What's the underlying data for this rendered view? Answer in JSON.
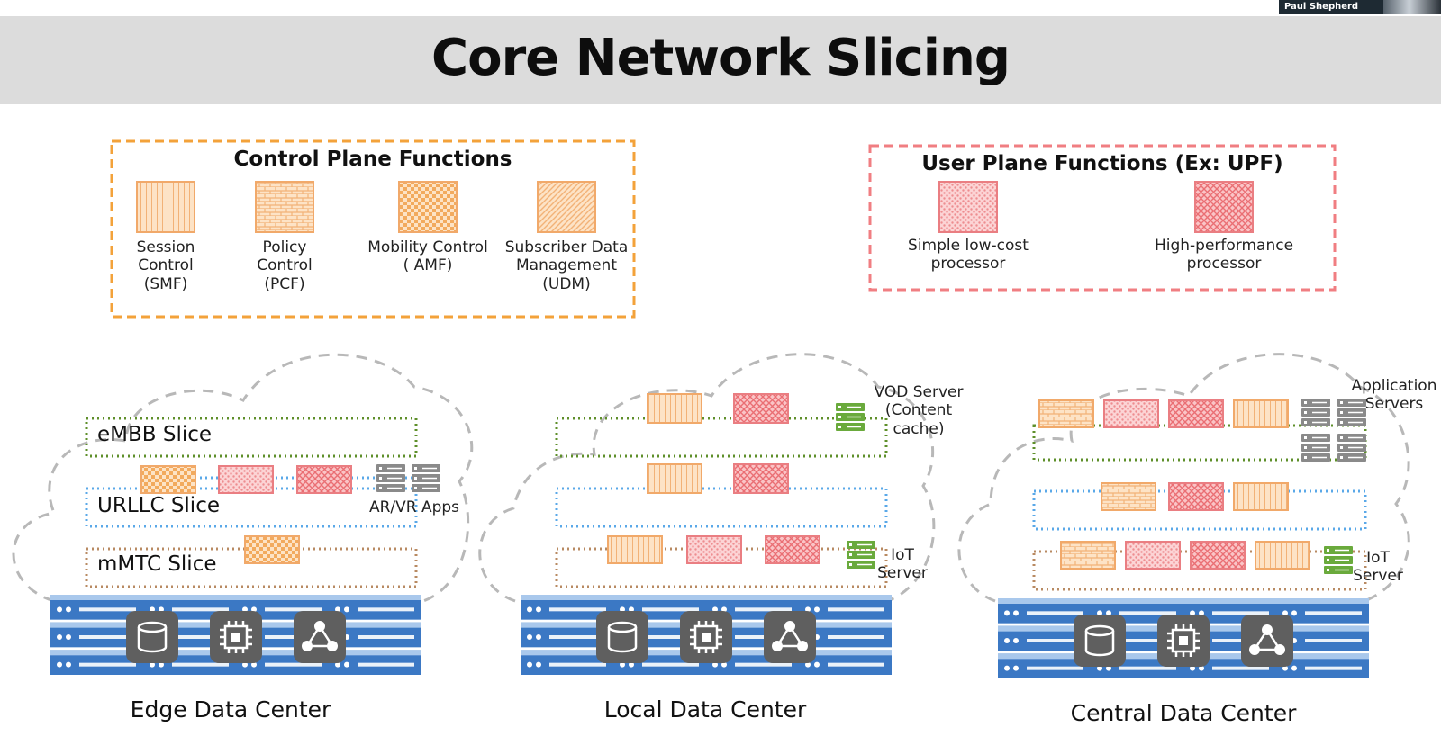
{
  "speaker": {
    "name": "Paul Shepherd"
  },
  "slide": {
    "title": "Core Network Slicing"
  },
  "control_plane": {
    "heading": "Control Plane Functions",
    "functions": [
      {
        "label": "Session Control (SMF)",
        "lines": [
          "Session",
          "Control",
          "(SMF)"
        ],
        "pattern": "stripe"
      },
      {
        "label": "Policy Control (PCF)",
        "lines": [
          "Policy",
          "Control",
          "(PCF)"
        ],
        "pattern": "brick"
      },
      {
        "label": "Mobility Control ( AMF)",
        "lines": [
          "Mobility Control",
          "( AMF)"
        ],
        "pattern": "check"
      },
      {
        "label": "Subscriber Data Management (UDM)",
        "lines": [
          "Subscriber Data",
          "Management",
          "(UDM)"
        ],
        "pattern": "diag"
      }
    ]
  },
  "user_plane": {
    "heading": "User Plane Functions (Ex: UPF)",
    "functions": [
      {
        "label": "Simple low-cost processor",
        "lines": [
          "Simple low-cost",
          "processor"
        ],
        "pattern": "dots"
      },
      {
        "label": "High-performance processor",
        "lines": [
          "High-performance",
          "processor"
        ],
        "pattern": "mesh"
      }
    ]
  },
  "data_centers": [
    {
      "name": "Edge Data Center",
      "slices": [
        {
          "name": "eMBB Slice"
        },
        {
          "name": "URLLC Slice"
        },
        {
          "name": "mMTC Slice"
        }
      ],
      "servers": [
        {
          "label": "AR/VR Apps",
          "lines": [
            "AR/VR Apps"
          ]
        }
      ]
    },
    {
      "name": "Local Data Center",
      "servers": [
        {
          "label": "VOD Server (Content cache)",
          "lines": [
            "VOD Server",
            "(Content",
            "cache)"
          ]
        },
        {
          "label": "IoT Server",
          "lines": [
            "IoT",
            "Server"
          ]
        }
      ]
    },
    {
      "name": "Central Data Center",
      "servers": [
        {
          "label": "Application Servers",
          "lines": [
            "Application",
            "Servers"
          ]
        },
        {
          "label": "IoT Server",
          "lines": [
            "IoT",
            "Server"
          ]
        }
      ]
    }
  ],
  "colors": {
    "control_plane": "#f3a23a",
    "user_plane": "#f07e82",
    "embb": "#5e8f2a",
    "urllc": "#5aa8e8",
    "mmtc": "#b88a62",
    "rack": "#3b78c4",
    "hub": "#5f5f5f",
    "app_server": "#8a8a8a",
    "iot_server": "#6aaa3c"
  },
  "icons": [
    "database-icon",
    "cpu-chip-icon",
    "network-hub-icon",
    "server-stack-icon"
  ]
}
